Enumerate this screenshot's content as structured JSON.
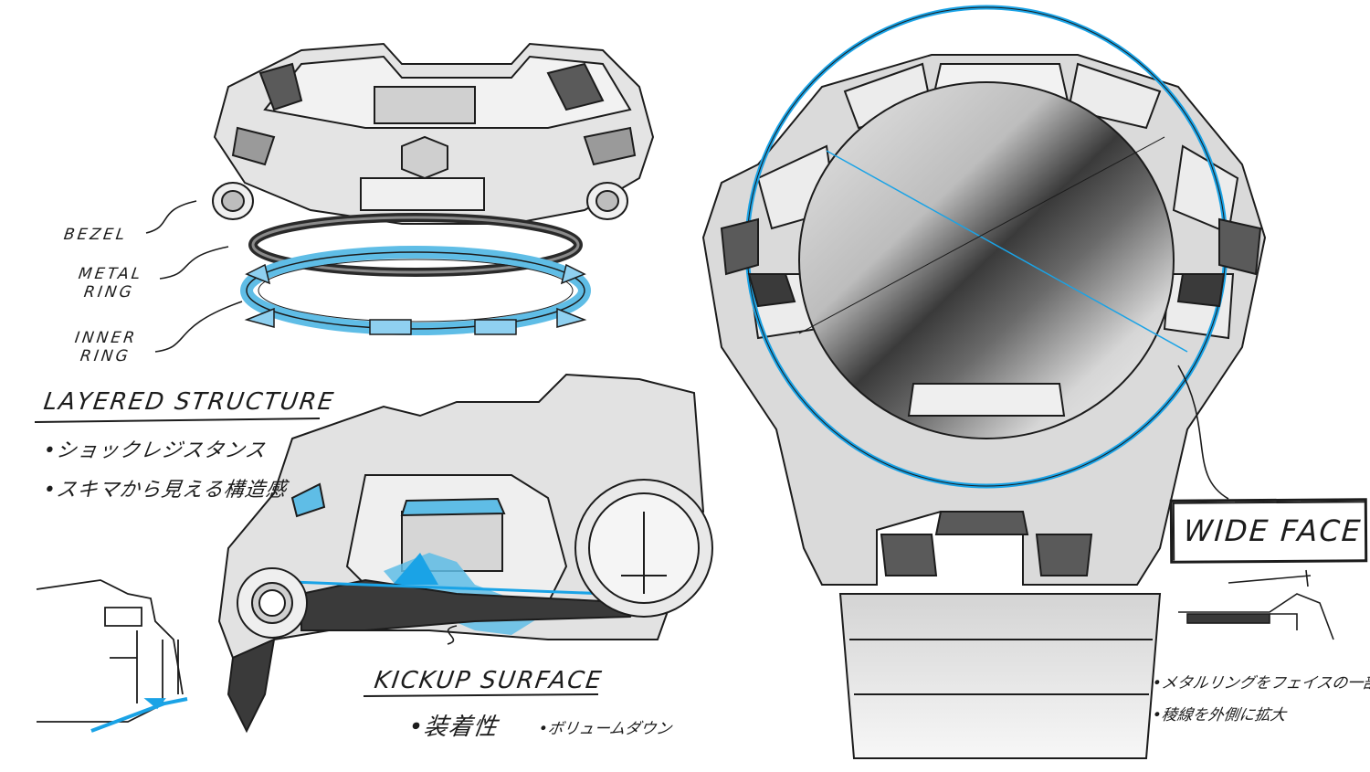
{
  "layered": {
    "bezel": "BEZEL",
    "metal_ring_1": "METAL",
    "metal_ring_2": "RING",
    "inner_ring_1": "INNER",
    "inner_ring_2": "RING",
    "heading": "LAYERED STRUCTURE",
    "bullet_1": "•ショックレジスタンス",
    "bullet_2": "•スキマから見える構造感"
  },
  "kickup": {
    "heading": "KICKUP SURFACE",
    "note_1": "•装着性",
    "note_2": "•ボリュームダウン"
  },
  "wideface": {
    "heading": "WIDE FACE",
    "note_1": "•メタルリングをフェイスの一部に",
    "note_2": "•稜線を外側に拡大"
  },
  "colors": {
    "ink": "#1c1c1c",
    "accent_blue": "#1aa3e6",
    "fill_light_blue": "#8fd0f0",
    "case_gray": "#d9d9d9"
  }
}
